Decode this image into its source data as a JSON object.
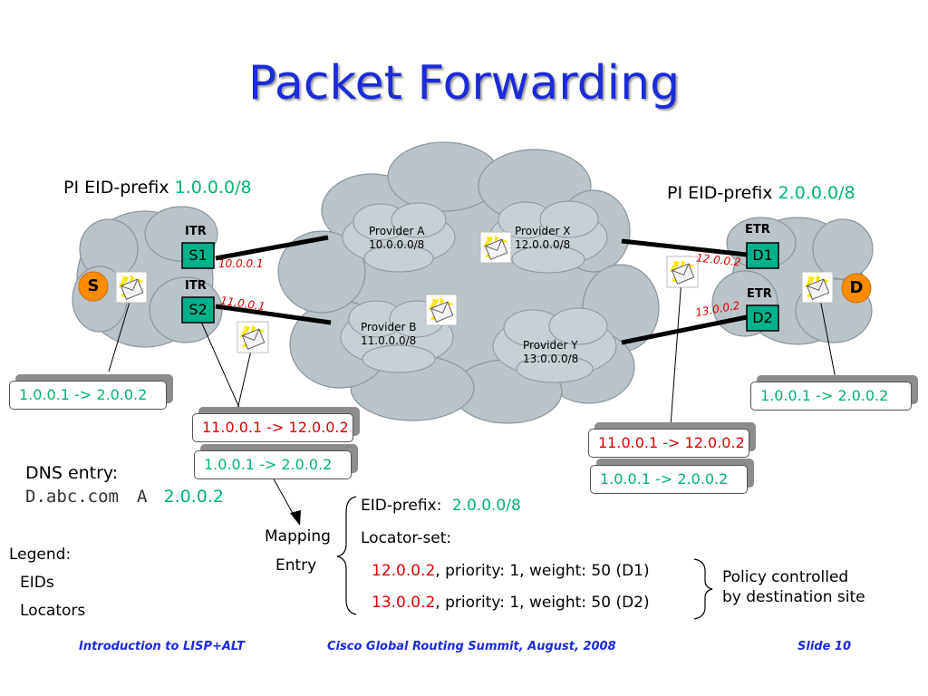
{
  "slide": {
    "title": "Packet Forwarding",
    "pi_left_label": "PI EID-prefix",
    "pi_left_prefix": "1.0.0.0/8",
    "pi_right_label": "PI EID-prefix",
    "pi_right_prefix": "2.0.0.0/8"
  },
  "routers": {
    "itr1_label": "ITR",
    "s1": "S1",
    "s1_loc": "10.0.0.1",
    "itr2_label": "ITR",
    "s2": "S2",
    "s2_loc": "11.0.0.1",
    "etr1_label": "ETR",
    "d1": "D1",
    "d1_loc": "12.0.0.2",
    "etr2_label": "ETR",
    "d2": "D2",
    "d2_loc": "13.0.0.2",
    "host_s": "S",
    "host_d": "D"
  },
  "providers": [
    {
      "name": "Provider A",
      "prefix": "10.0.0.0/8"
    },
    {
      "name": "Provider X",
      "prefix": "12.0.0.0/8"
    },
    {
      "name": "Provider B",
      "prefix": "11.0.0.0/8"
    },
    {
      "name": "Provider Y",
      "prefix": "13.0.0.0/8"
    }
  ],
  "packets": {
    "left_inner": "1.0.0.1 -> 2.0.0.2",
    "mid_outer": "11.0.0.1 -> 12.0.0.2",
    "mid_inner": "1.0.0.1 -> 2.0.0.2",
    "right_outer": "11.0.0.1 -> 12.0.0.2",
    "right_inner": "1.0.0.1 -> 2.0.0.2",
    "far_right_inner": "1.0.0.1 -> 2.0.0.2"
  },
  "dns": {
    "label": "DNS entry:",
    "name": "D.abc.com",
    "type": "A",
    "value": "2.0.0.2"
  },
  "mapping": {
    "label_line1": "Mapping",
    "label_line2": "Entry",
    "eid_prefix_label": "EID-prefix:",
    "eid_prefix_value": "2.0.0.0/8",
    "locator_set_label": "Locator-set:",
    "loc1_addr": "12.0.0.2",
    "loc1_rest": ", priority: 1, weight: 50 (D1)",
    "loc2_addr": "13.0.0.2",
    "loc2_rest": ", priority: 1, weight: 50 (D2)",
    "policy_line1": "Policy controlled",
    "policy_line2": "by destination site"
  },
  "legend": {
    "title": "Legend:",
    "eids": "EIDs",
    "locators": "Locators"
  },
  "footer": {
    "left": "Introduction to LISP+ALT",
    "center": "Cisco Global Routing Summit, August, 2008",
    "right": "Slide 10"
  },
  "colors": {
    "title": "#1c2bd8",
    "eid": "#00b46e",
    "locator": "#e00000",
    "router_fill": "#00b08a",
    "host_fill": "#ff8c00",
    "cloud_fill": "#b9c3c8"
  }
}
